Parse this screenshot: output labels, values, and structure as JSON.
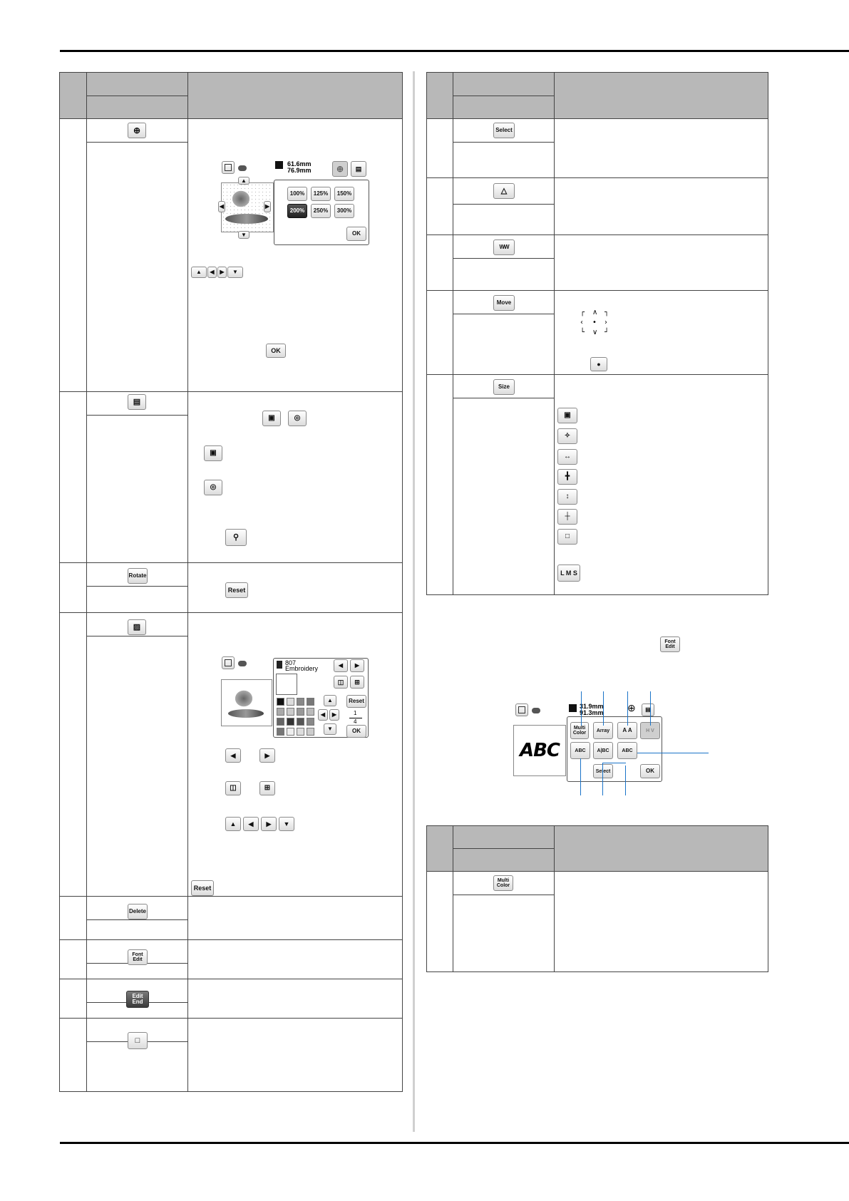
{
  "left_table": {
    "rows": [
      {
        "icon": "zoom-icon",
        "screen": {
          "size_w": "61.6mm",
          "size_h": "76.9mm",
          "zoom_options": [
            "100%",
            "125%",
            "150%",
            "200%",
            "250%",
            "300%"
          ],
          "selected_zoom": "200%",
          "ok": "OK"
        },
        "ok_label": "OK"
      },
      {
        "icon": "frame-display-icon"
      },
      {
        "label": "Rotate",
        "reset": "Reset"
      },
      {
        "icon": "thread-palette-icon",
        "screen": {
          "thread_number": "807",
          "thread_name": "Embroidery",
          "reset": "Reset",
          "ok": "OK",
          "page_current": "1",
          "page_total": "4"
        },
        "reset": "Reset"
      },
      {
        "label": "Delete"
      },
      {
        "label": "Font\nEdit"
      },
      {
        "label": "Edit\nEnd"
      },
      {
        "icon": "memory-icon"
      }
    ]
  },
  "right_table": {
    "rows": [
      {
        "label": "Select"
      },
      {
        "icon": "mirror-icon"
      },
      {
        "icon": "density-icon"
      },
      {
        "label": "Move"
      },
      {
        "label": "Size",
        "size_letters": "L M S"
      }
    ]
  },
  "font_edit_screen": {
    "key_label": "Font\nEdit",
    "size_w": "31.9mm",
    "size_h": "91.3mm",
    "sample_text": "ABC",
    "buttons": {
      "multi_color": "Multi\nColor",
      "array": "Array",
      "mirror_text": "A A",
      "hv": "H V",
      "abc_spacing": "ABC",
      "abc_char": "A|BC",
      "abc_single": "ABC",
      "select": "Select",
      "ok": "OK"
    }
  },
  "bottom_table": {
    "rows": [
      {
        "label": "Multi\nColor"
      }
    ]
  },
  "colors": {
    "header_gray": "#b8b8b8",
    "callout_blue": "#1a73c8"
  }
}
